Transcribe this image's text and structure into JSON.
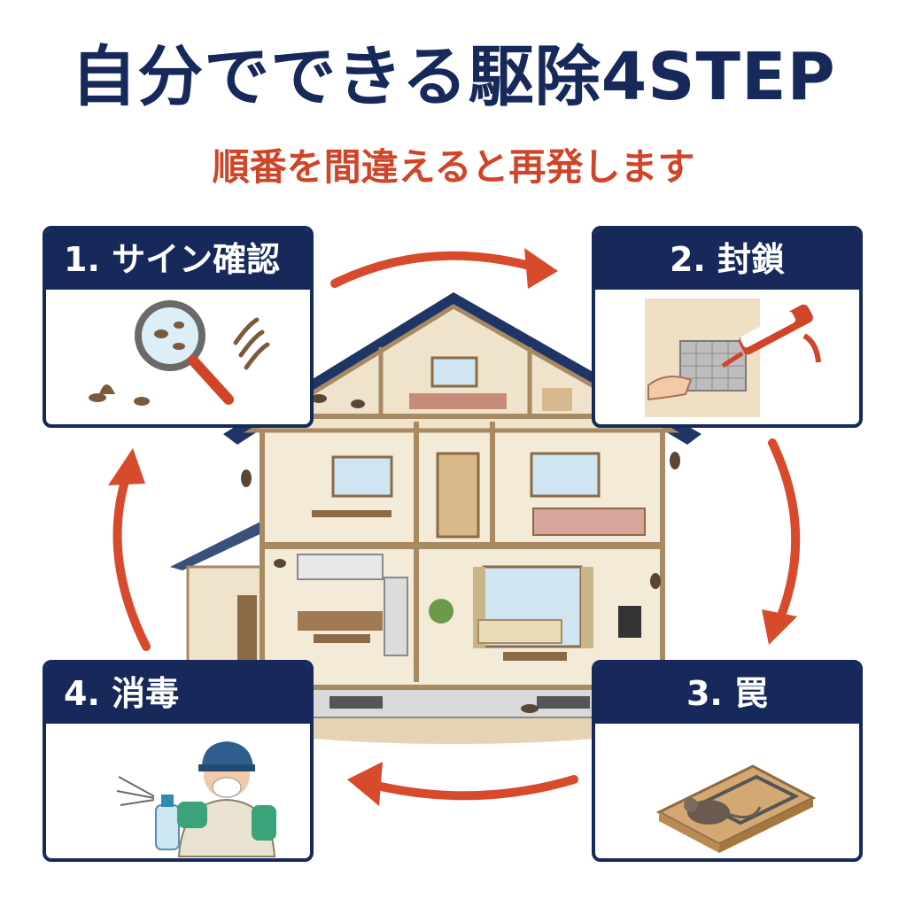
{
  "header": {
    "title": "自分でできる駆除4STEP",
    "subtitle": "順番を間違えると再発します"
  },
  "steps": [
    {
      "label": "1. サイン確認",
      "icon": "magnifier-droppings-icon"
    },
    {
      "label": "2. 封鎖",
      "icon": "caulk-gun-mesh-icon"
    },
    {
      "label": "3. 罠",
      "icon": "mouse-trap-icon"
    },
    {
      "label": "4. 消毒",
      "icon": "worker-spraying-icon"
    }
  ],
  "colors": {
    "navy": "#16295a",
    "accent_red": "#d04428",
    "house_wall": "#f3ead8",
    "house_frame": "#a88a62"
  },
  "center_icon": "house-cutaway-icon"
}
